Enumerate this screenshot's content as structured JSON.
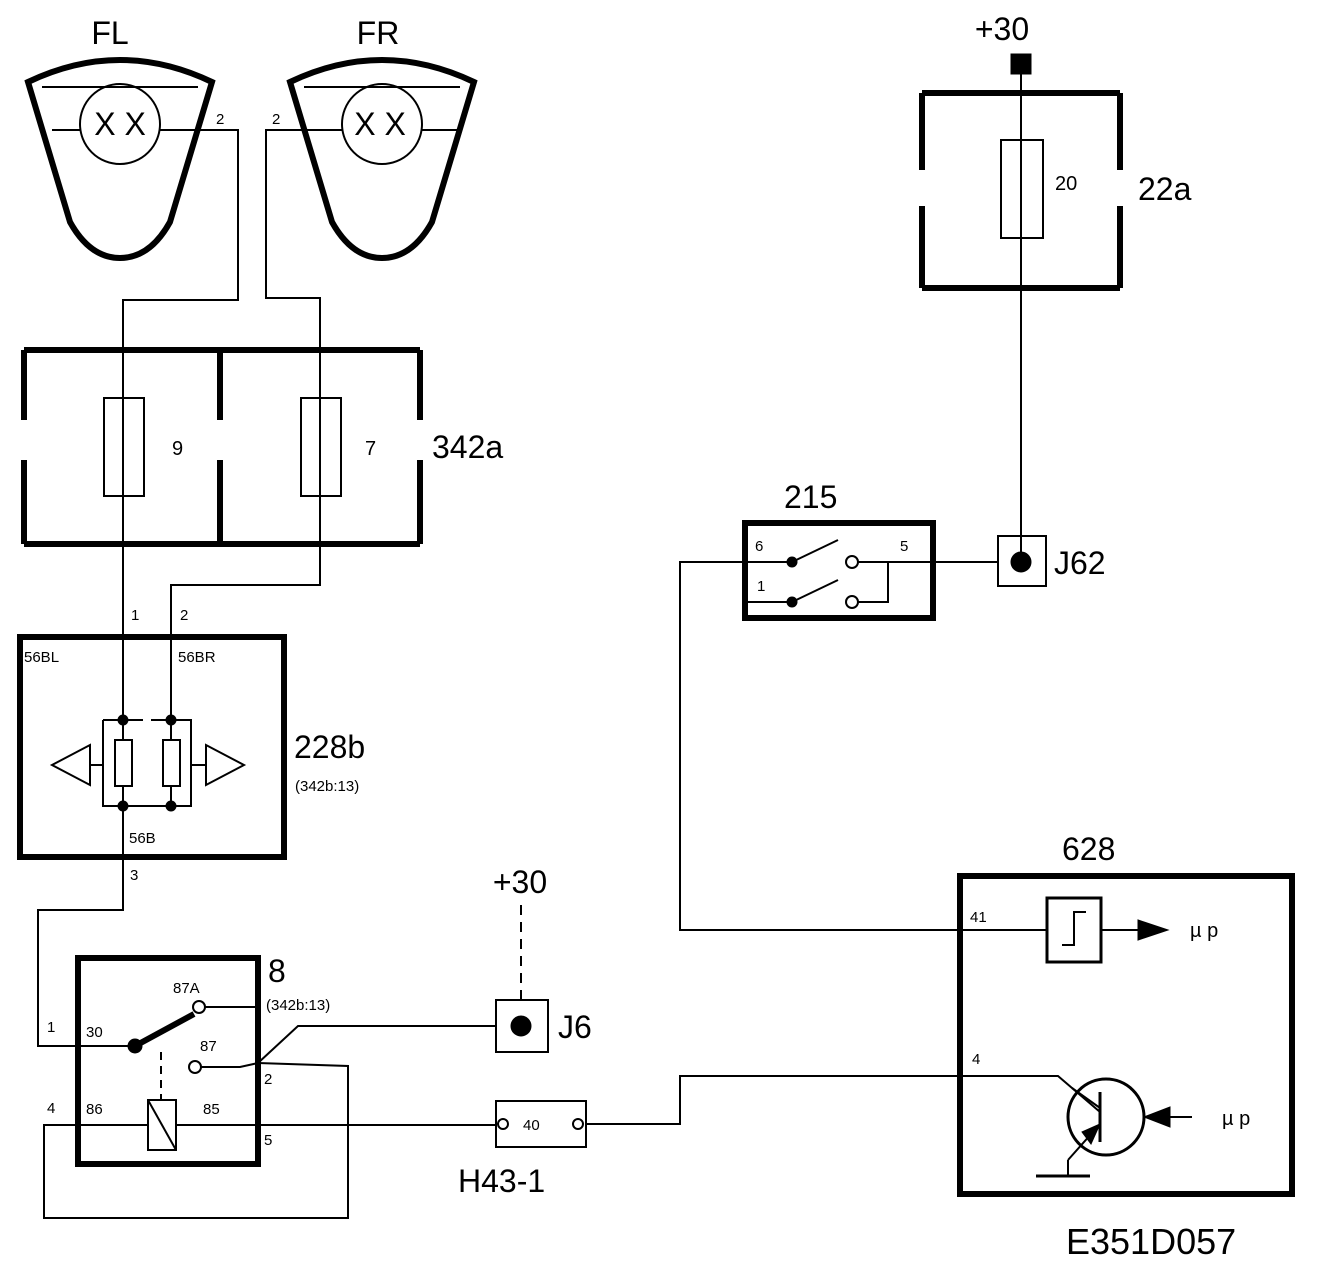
{
  "diagram_id": "E351D057",
  "lamps": {
    "left": {
      "label": "FL",
      "symbol": "X X",
      "pin": "2"
    },
    "right": {
      "label": "FR",
      "symbol": "X X",
      "pin": "2"
    }
  },
  "fuse_box_342a": {
    "label": "342a",
    "fuse_left": "9",
    "fuse_right": "7"
  },
  "fuse_box_22a": {
    "label": "22a",
    "fuse": "20",
    "supply": "+30"
  },
  "module_228b": {
    "label": "228b",
    "ref": "(342b:13)",
    "pin_left_name": "56BL",
    "pin_right_name": "56BR",
    "pin_out_name": "56B",
    "pin_left_num": "1",
    "pin_right_num": "2",
    "pin_out_num": "3"
  },
  "switch_215": {
    "label": "215",
    "pin_top": "6",
    "pin_bottom": "1",
    "pin_right": "5"
  },
  "connector_j62": {
    "label": "J62"
  },
  "relay_8": {
    "label": "8",
    "ref": "(342b:13)",
    "t30": "30",
    "t87a": "87A",
    "t87": "87",
    "t86": "86",
    "t85": "85",
    "pin_1": "1",
    "pin_2": "2",
    "pin_4": "4",
    "pin_5": "5"
  },
  "connector_j6": {
    "label": "J6",
    "supply": "+30"
  },
  "connector_h43": {
    "label": "H43-1",
    "pin": "40"
  },
  "module_628": {
    "label": "628",
    "pin_41": "41",
    "pin_4": "4",
    "mu_p_1": "µ p",
    "mu_p_2": "µ p"
  }
}
